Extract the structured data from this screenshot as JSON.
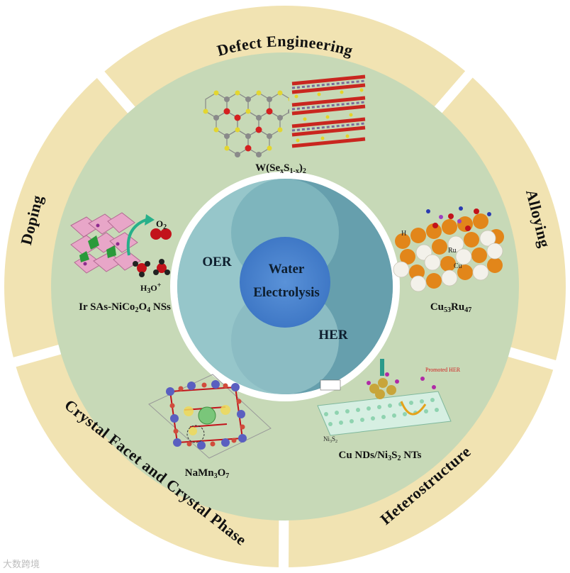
{
  "segments": {
    "defect": "Defect Engineering",
    "alloying": "Alloying",
    "heterostructure": "Heterostructure",
    "crystal": "Crystal Facet and Crystal Phase",
    "doping": "Doping"
  },
  "center": {
    "line1": "Water",
    "line2": "Electrolysis",
    "oer": "OER",
    "her": "HER"
  },
  "captions": {
    "wsse": {
      "main": "W(Se",
      "s1": "x",
      "mid": "S",
      "s2": "1-x",
      "end": ")",
      "s3": "2"
    },
    "cu53": {
      "main": "Cu",
      "s1": "53",
      "mid": "Ru",
      "s2": "47"
    },
    "ir": {
      "p1": "Ir SAs-NiCo",
      "s1": "2",
      "p2": "O",
      "s2": "4",
      "p3": " NSs"
    },
    "namn": {
      "p1": "NaMn",
      "s1": "3",
      "p2": "O",
      "s2": "7"
    },
    "cund": {
      "p1": "Cu NDs/Ni",
      "s1": "3",
      "p2": "S",
      "s2": "2",
      "p3": " NTs"
    }
  },
  "labels": {
    "o2": "O",
    "o2_sub": "2",
    "h2o": "H",
    "h2o_sub": "3",
    "h2o_rest": "O",
    "h2o_sup": "+",
    "ru": "Ru",
    "cu": "Cu",
    "h": "H",
    "ni3s2": "Ni",
    "ni3s2_s1": "3",
    "ni3s2_s": "S",
    "ni3s2_s2": "2",
    "promoted": "Promoted HER"
  },
  "watermark": "大数跨境"
}
